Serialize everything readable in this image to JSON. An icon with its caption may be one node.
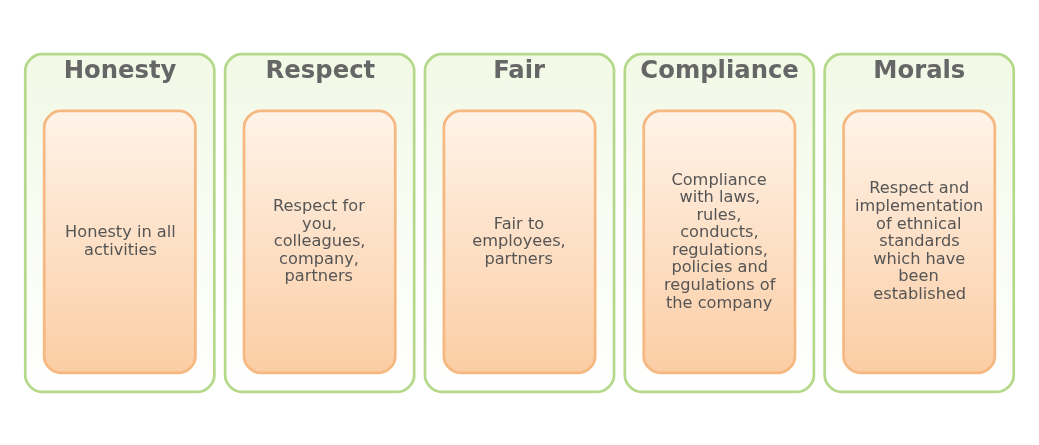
{
  "diagram": {
    "nodes": [
      {
        "text": [
          "Honesty"
        ]
      },
      {
        "text": [
          "Honesty in all activities"
        ],
        "in": 0
      },
      {
        "text": [
          "Respect"
        ]
      },
      {
        "text": [
          "Respect for you, colleagues, company, partners"
        ],
        "in": 2
      },
      {
        "text": [
          "Fair"
        ]
      },
      {
        "text": [
          "Fair to employees, partners"
        ],
        "in": 4
      },
      {
        "text": [
          "Compliance"
        ]
      },
      {
        "text": [
          "Compliance with laws, rules, conducts, regulations, policies and regulations of the company"
        ],
        "in": 6
      },
      {
        "text": [
          "Morals"
        ]
      },
      {
        "text": [
          "Respect and implementation of ethnical standards which have been established"
        ],
        "in": 8
      }
    ]
  }
}
